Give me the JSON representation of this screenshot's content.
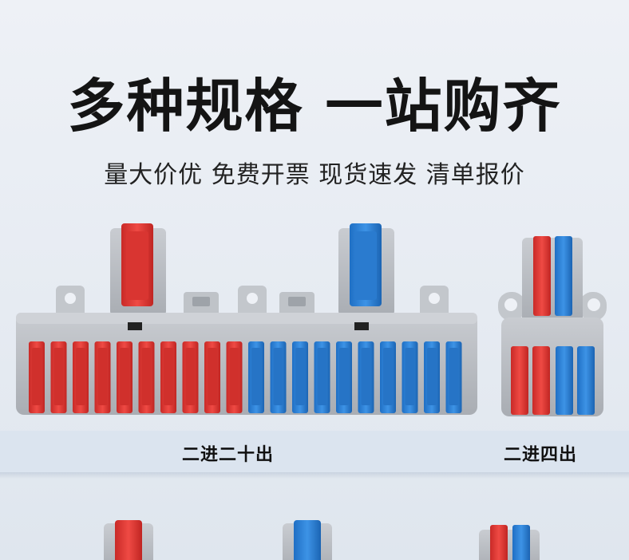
{
  "headline": "多种规格 一站购齐",
  "subheadline": "量大价优 免费开票 现货速发 清单报价",
  "products": [
    {
      "label": "二进二十出",
      "inputs": 2,
      "outputs": 20
    },
    {
      "label": "二进四出",
      "inputs": 2,
      "outputs": 4
    }
  ],
  "colors": {
    "red_lever": "#e23a36",
    "blue_lever": "#2f82d6",
    "housing": "#b8bcc2"
  }
}
